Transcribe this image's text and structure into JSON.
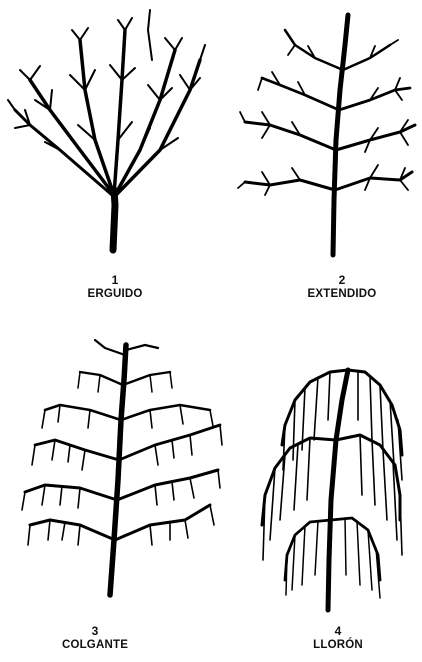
{
  "figures": [
    {
      "number": "1",
      "name": "ERGUIDO",
      "icon": "upright-tree-icon"
    },
    {
      "number": "2",
      "name": "EXTENDIDO",
      "icon": "spreading-tree-icon"
    },
    {
      "number": "3",
      "name": "COLGANTE",
      "icon": "hanging-tree-icon"
    },
    {
      "number": "4",
      "name": "LLORÓN",
      "icon": "weeping-tree-icon"
    }
  ]
}
